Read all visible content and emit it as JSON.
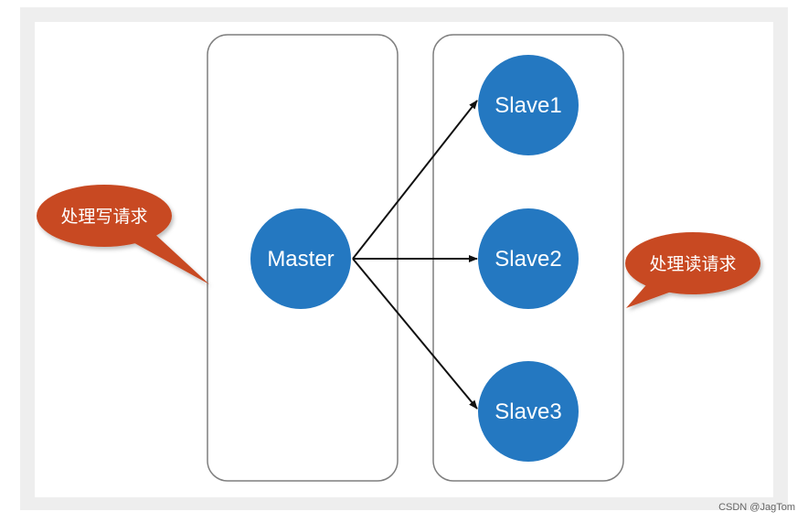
{
  "diagram": {
    "master": {
      "label": "Master"
    },
    "slaves": [
      {
        "label": "Slave1"
      },
      {
        "label": "Slave2"
      },
      {
        "label": "Slave3"
      }
    ],
    "callouts": {
      "write": "处理写请求",
      "read": "处理读请求"
    }
  },
  "colors": {
    "node_fill": "#2478c1",
    "callout_fill": "#c84a22",
    "panel_border": "#7f7f7f",
    "arrow": "#111111"
  },
  "watermark": "CSDN @JagTom"
}
